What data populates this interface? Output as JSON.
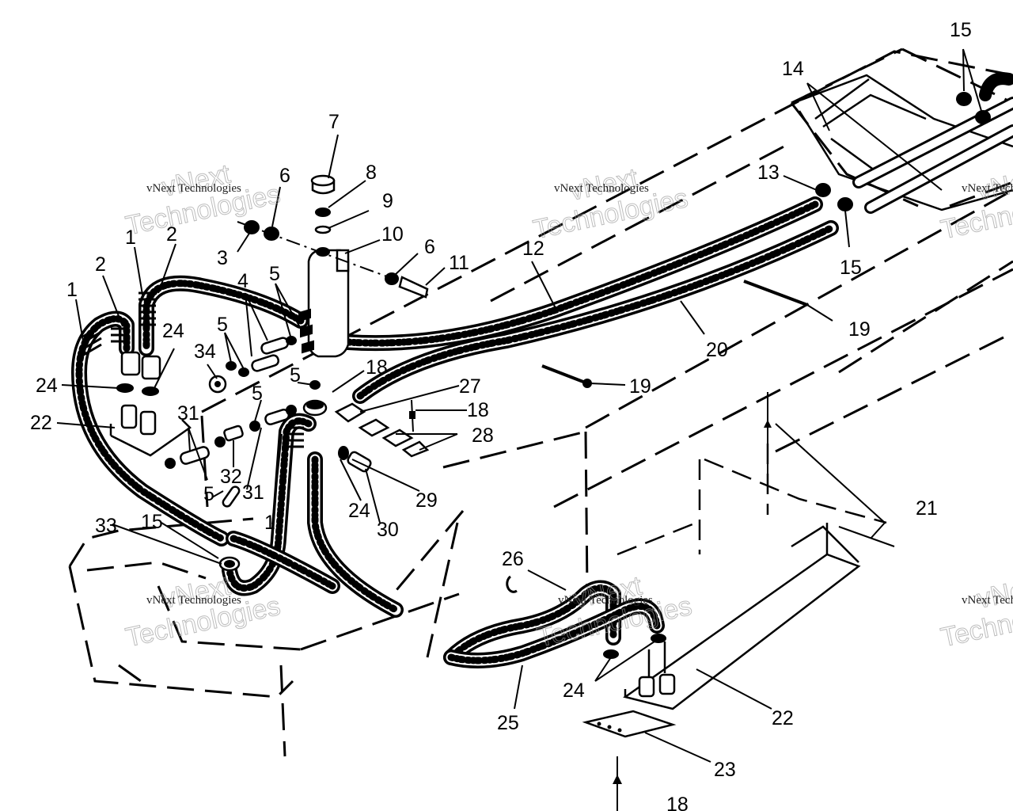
{
  "watermark": {
    "brand_line": "vNext Technologies",
    "stamp_top": "vNext",
    "stamp_bottom": "Technologies"
  },
  "callouts": [
    "1",
    "2",
    "3",
    "4",
    "5",
    "6",
    "7",
    "8",
    "9",
    "10",
    "11",
    "12",
    "13",
    "14",
    "15",
    "18",
    "19",
    "20",
    "21",
    "22",
    "23",
    "24",
    "25",
    "26",
    "27",
    "28",
    "29",
    "30",
    "31",
    "32",
    "33",
    "34"
  ]
}
